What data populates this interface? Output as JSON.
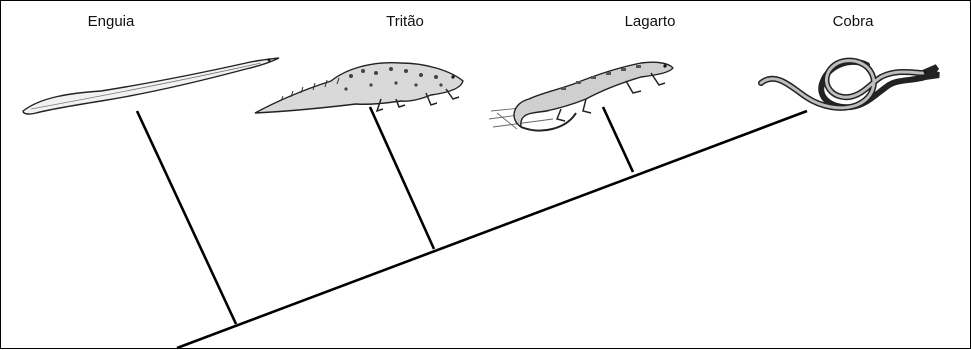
{
  "diagram": {
    "type": "cladogram",
    "taxa": [
      {
        "label": "Enguia",
        "icon": "eel-icon"
      },
      {
        "label": "Tritão",
        "icon": "newt-icon"
      },
      {
        "label": "Lagarto",
        "icon": "lizard-icon"
      },
      {
        "label": "Cobra",
        "icon": "snake-icon"
      }
    ]
  }
}
